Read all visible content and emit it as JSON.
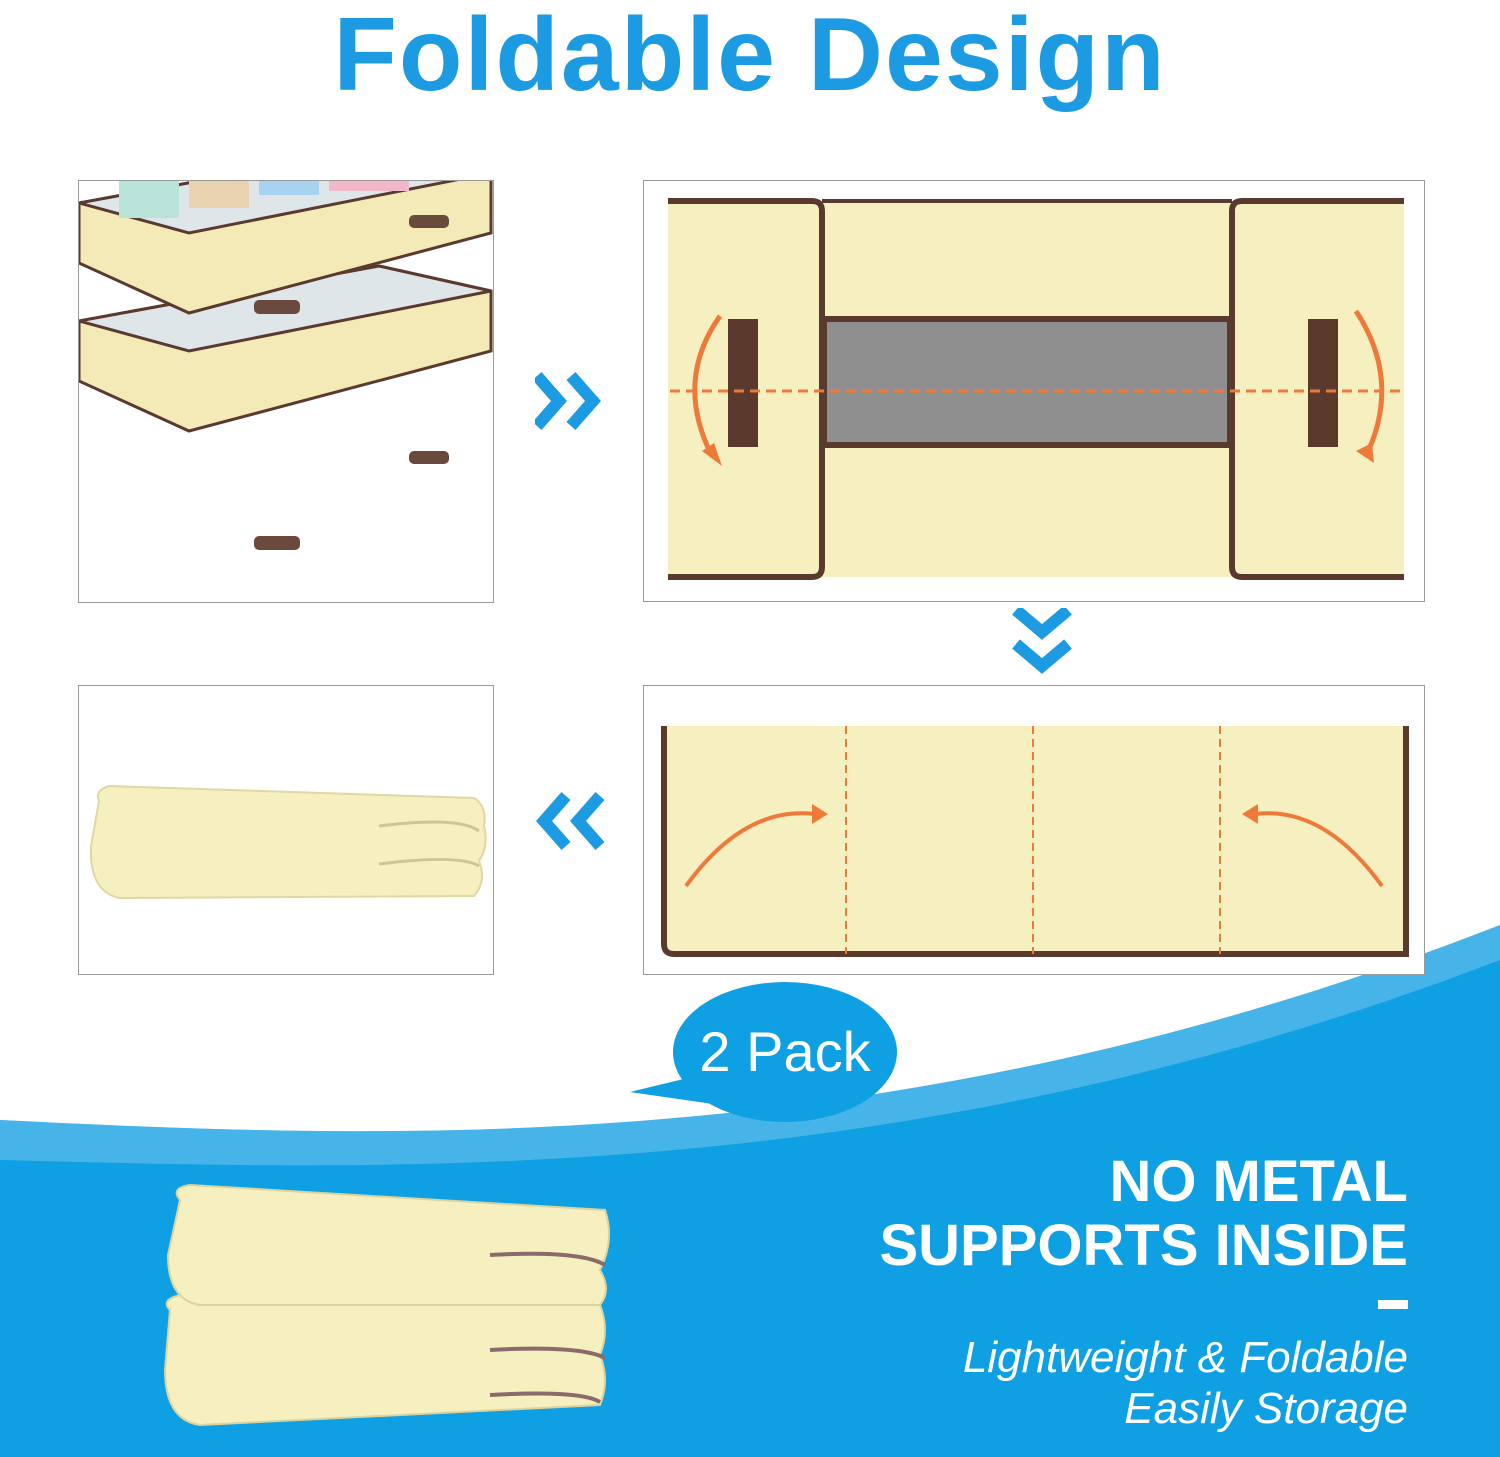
{
  "title": "Foldable Design",
  "badge": "2 Pack",
  "headline_line1": "NO METAL",
  "headline_line2": "SUPPORTS INSIDE",
  "sub_line1": "Lightweight & Foldable",
  "sub_line2": "Easily Storage",
  "colors": {
    "blue": "#1c9be3",
    "cream": "#f6efc0",
    "brown": "#5b3a2e",
    "orange": "#ee7a3a",
    "grey": "#8f8f8f"
  },
  "icons": [
    "chevron-right-double-icon",
    "chevron-down-double-icon",
    "chevron-left-double-icon",
    "curved-arrow-icon"
  ]
}
